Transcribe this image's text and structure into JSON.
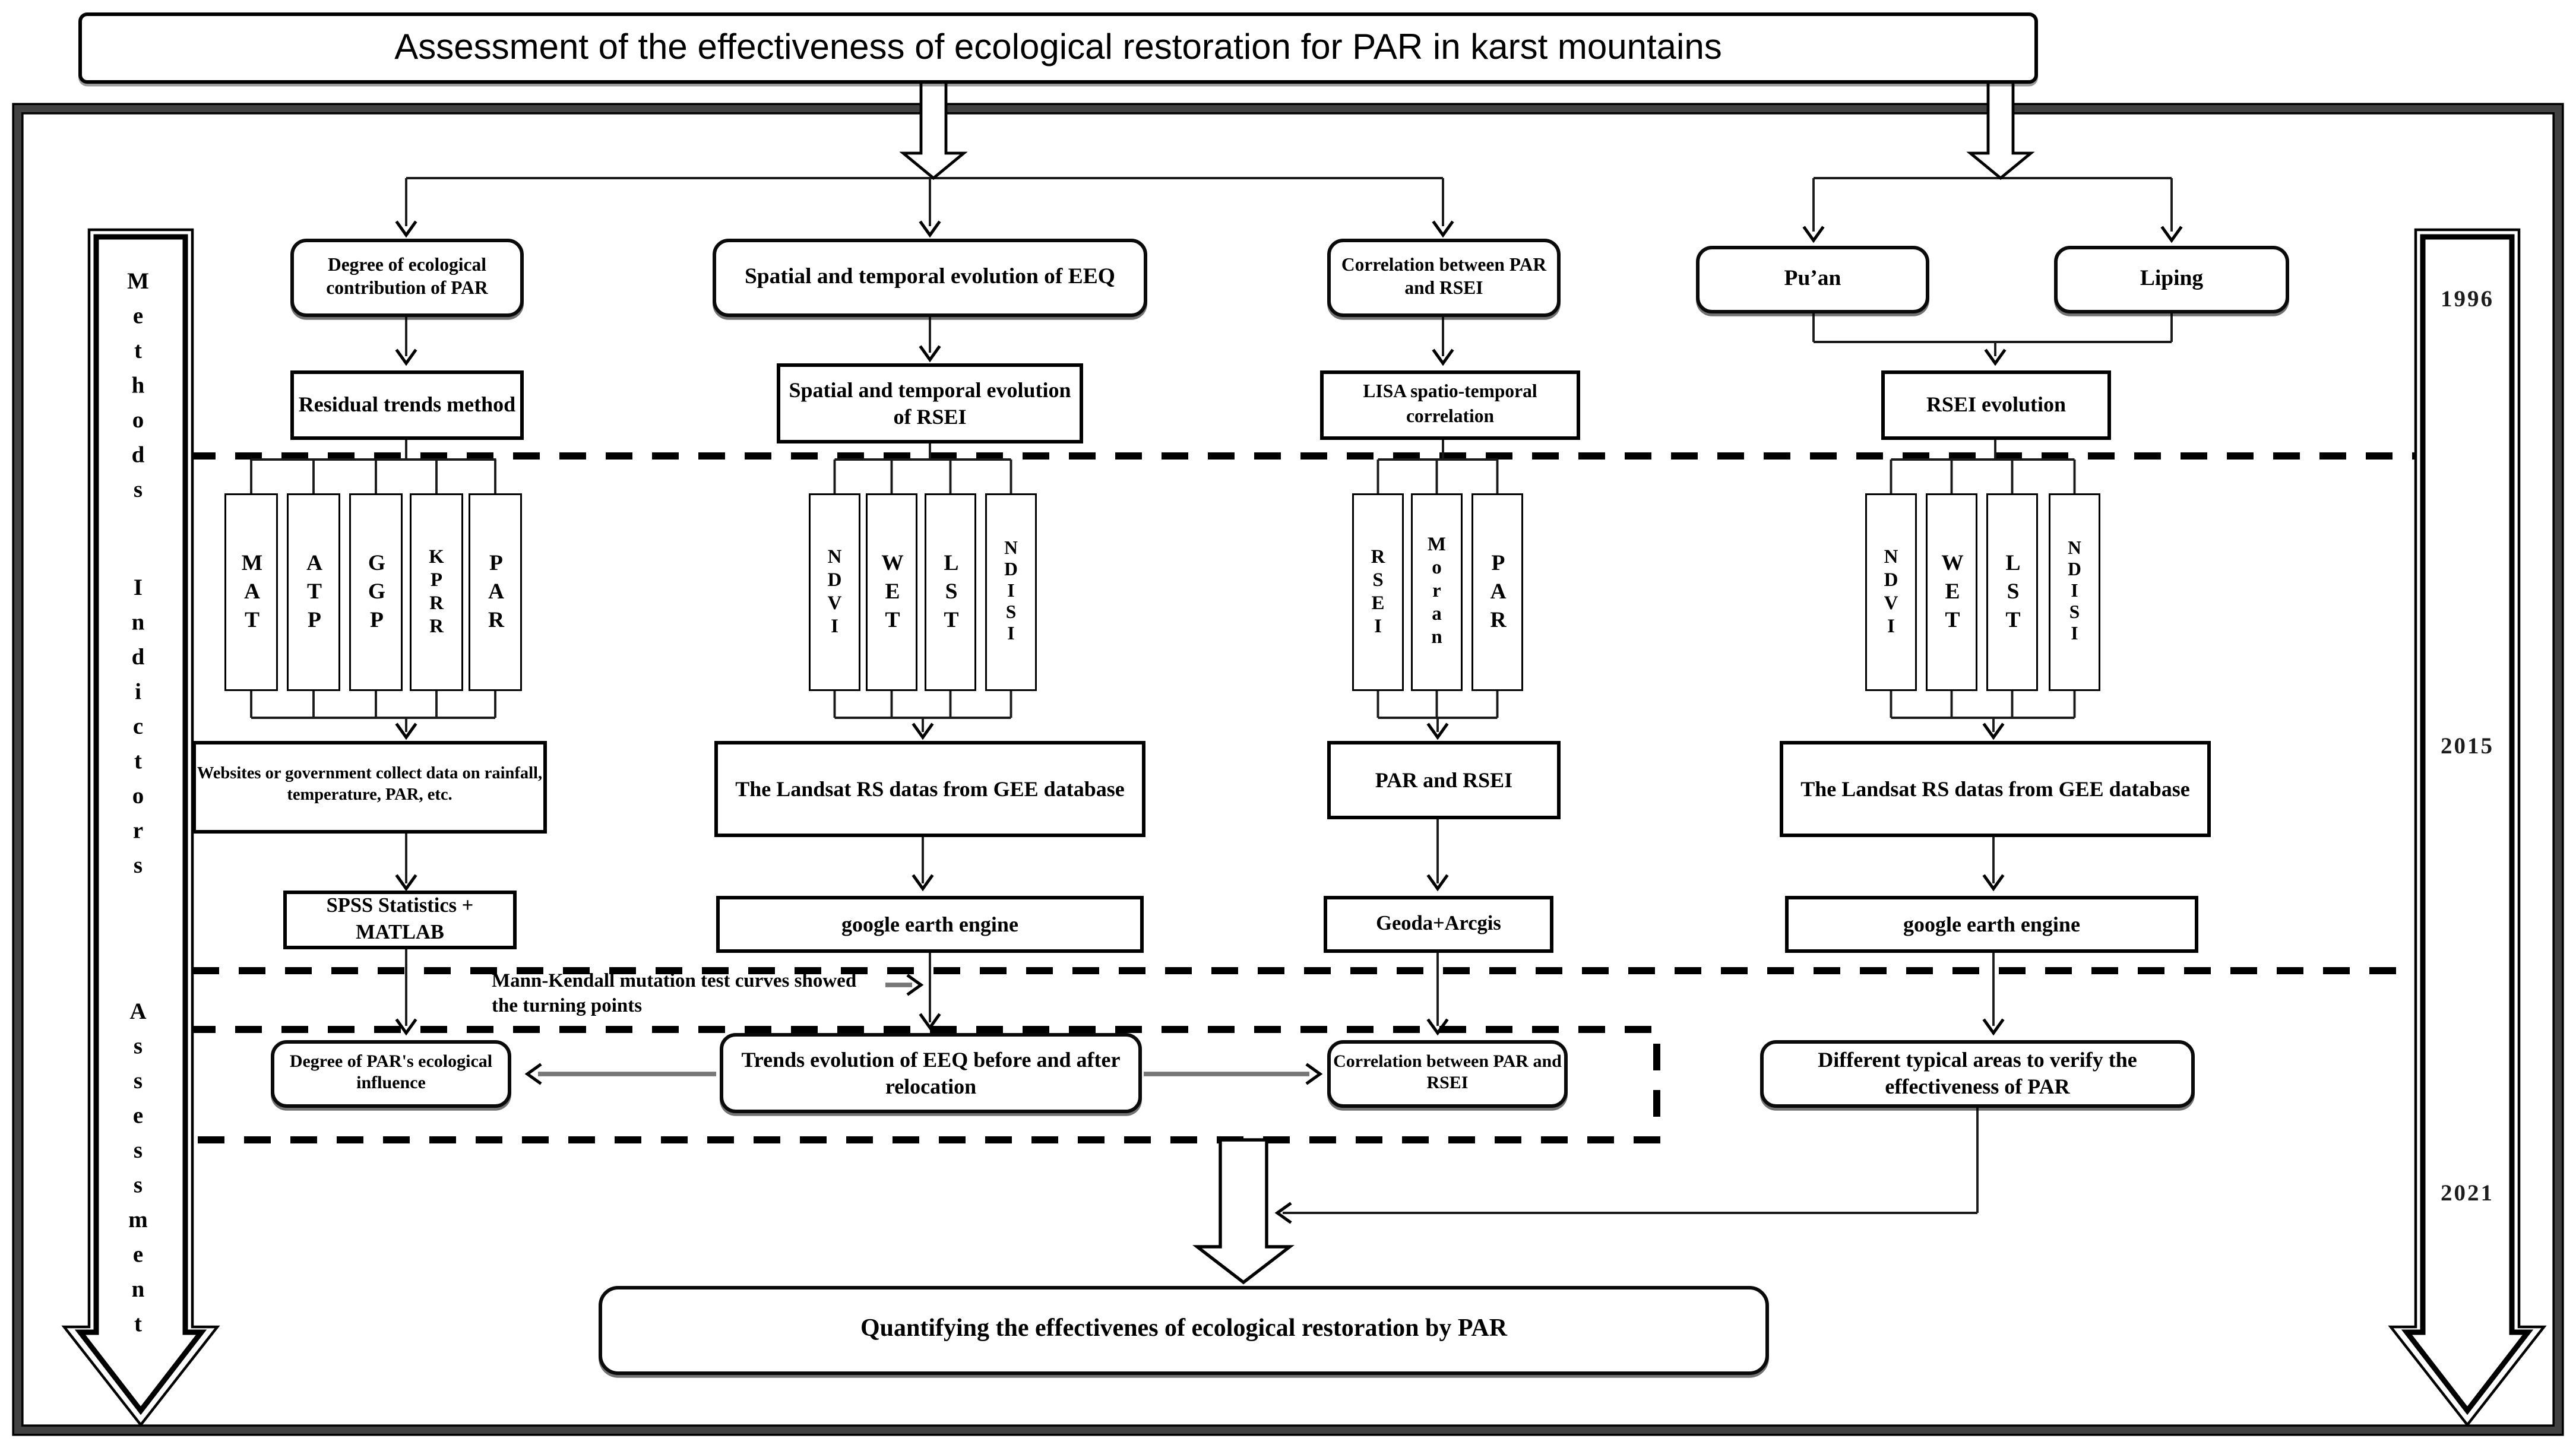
{
  "title": "Assessment of the effectiveness of ecological restoration for PAR in karst mountains",
  "left_arrow": {
    "labels": [
      "Methods",
      "Indictors",
      "Assessment"
    ]
  },
  "timeline": {
    "years": [
      "1996",
      "2015",
      "2021"
    ]
  },
  "flows": {
    "col1": {
      "goal": "Degree of ecological contribution of PAR",
      "method": "Residual trends method",
      "indicators": [
        "MAT",
        "ATP",
        "GGP",
        "KPRR",
        "PAR"
      ],
      "data": "Websites or government  collect data on rainfall, temperature, PAR, etc.",
      "tool": "SPSS Statistics + MATLAB",
      "result": "Degree of PAR's ecological influence"
    },
    "col2": {
      "goal": "Spatial and temporal evolution of EEQ",
      "method": "Spatial and temporal evolution of RSEI",
      "indicators": [
        "NDVI",
        "WET",
        "LST",
        "NDISI"
      ],
      "data": "The Landsat RS datas from GEE database",
      "tool": "google earth engine",
      "result": "Trends evolution of EEQ before and after relocation"
    },
    "col3": {
      "goal": "Correlation between PAR and RSEI",
      "method": "LISA  spatio-temporal correlation",
      "indicators": [
        "RSEI",
        "Moran",
        "PAR"
      ],
      "data": "PAR and RSEI",
      "tool": "Geoda+Arcgis",
      "result": "Correlation between PAR  and RSEI"
    },
    "col4": {
      "areas": [
        "Pu’an",
        "Liping"
      ],
      "method": "RSEI evolution",
      "indicators": [
        "NDVI",
        "WET",
        "LST",
        "NDISI"
      ],
      "data": "The Landsat RS datas from GEE database",
      "tool": "google earth engine",
      "result": "Different typical areas to verify the effectiveness of PAR"
    }
  },
  "notes": {
    "mann_kendall": "Mann-Kendall mutation test curves showed the turning points"
  },
  "conclusion": "Quantifying the effectivenes of ecological restoration by PAR"
}
